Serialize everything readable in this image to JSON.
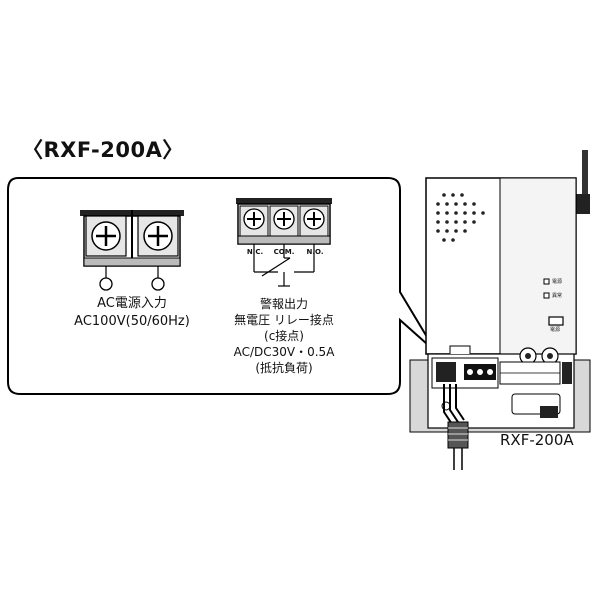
{
  "title": "〈RXF-200A〉",
  "ac_input": {
    "label_line1": "AC電源入力",
    "label_line2": "AC100V(50/60Hz)"
  },
  "alarm_output": {
    "terminal_labels": [
      "N.C.",
      "COM.",
      "N.O."
    ],
    "label_line1": "警報出力",
    "label_line2": "無電圧 リレー接点",
    "label_line3": "(c接点)",
    "label_line4": "AC/DC30V・0.5A",
    "label_line5": "(抵抗負荷)"
  },
  "device": {
    "model": "RXF-200A",
    "led_labels": [
      "電源",
      "異常"
    ],
    "button_label": "電源"
  }
}
